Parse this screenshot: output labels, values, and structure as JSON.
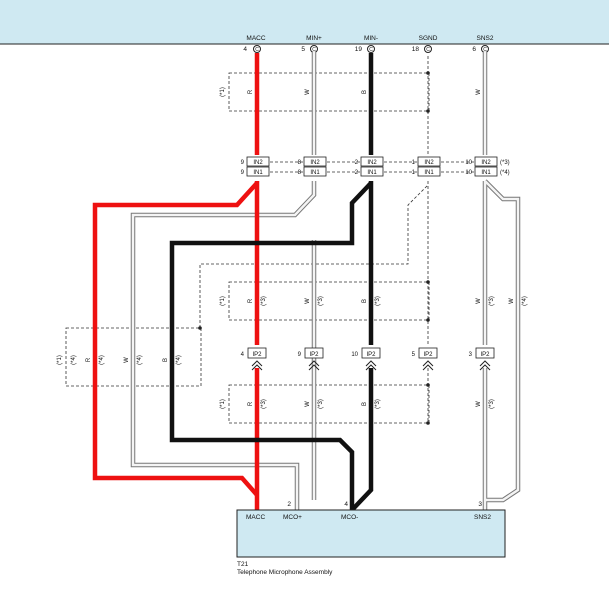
{
  "colors": {
    "header_band": "#cfe9f2",
    "component_fill": "#cfe9f2",
    "wire_red": "#ee1111",
    "wire_black": "#111111",
    "wire_white": "#c8c8c8",
    "outline": "#222222"
  },
  "header_pins": [
    {
      "name": "MACC",
      "num": "4"
    },
    {
      "name": "MIN+",
      "num": "5"
    },
    {
      "name": "MIN-",
      "num": "19"
    },
    {
      "name": "SGND",
      "num": "18"
    },
    {
      "name": "SNS2",
      "num": "6"
    }
  ],
  "connector_glyph": "C",
  "in_connectors": {
    "in2": "IN2",
    "in1": "IN1",
    "left_pins": [
      {
        "in2": "9",
        "in1": "9"
      },
      {
        "in2": "8",
        "in1": "8"
      },
      {
        "in2": "2",
        "in1": "2"
      },
      {
        "in2": "1",
        "in1": "1"
      },
      {
        "in2": "10",
        "in1": "10"
      }
    ],
    "right_notes": {
      "in2": "(*3)",
      "in1": "(*4)"
    }
  },
  "ip2": {
    "label": "IP2",
    "pins": [
      "4",
      "9",
      "10",
      "5",
      "3"
    ]
  },
  "wire_letters": {
    "r": "R",
    "w": "W",
    "b": "B"
  },
  "notes": {
    "n1": "(*1)",
    "n3": "(*3)",
    "n4": "(*4)"
  },
  "component": {
    "id": "T21",
    "name": "Telephone Microphone Assembly",
    "terminals": [
      {
        "name": "MACC",
        "num": ""
      },
      {
        "name": "MCO+",
        "num": "2"
      },
      {
        "name": "MCO-",
        "num": "4"
      },
      {
        "name": "SNS2",
        "num": "3"
      }
    ]
  }
}
